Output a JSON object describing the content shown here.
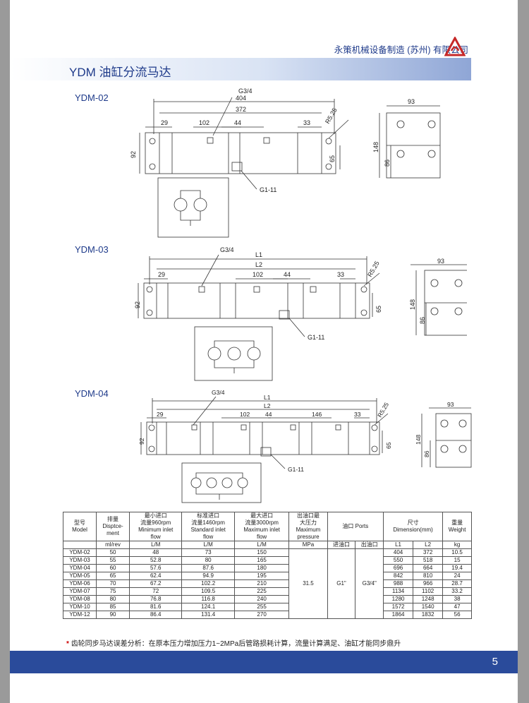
{
  "company": "永策机械设备制造 (苏州) 有限公司",
  "title": "YDM 油缸分流马达",
  "drawings": [
    {
      "model": "YDM-02",
      "port_in": "G3/4",
      "port_out": "G1-11",
      "dims": {
        "total": "404",
        "inner": "372",
        "a": "29",
        "b": "102",
        "c": "44",
        "d": "33",
        "radius": "R5.25",
        "height": "92",
        "h2": "65"
      },
      "side": {
        "w": "93",
        "h": "148",
        "h2": "86"
      }
    },
    {
      "model": "YDM-03",
      "port_in": "G3/4",
      "port_out": "G1-11",
      "dims": {
        "total": "L1",
        "inner": "L2",
        "a": "29",
        "b": "102",
        "c": "44",
        "d": "33",
        "radius": "R5.25",
        "height": "92",
        "h2": "65"
      },
      "side": {
        "w": "93",
        "h": "148",
        "h2": "86"
      }
    },
    {
      "model": "YDM-04",
      "port_in": "G3/4",
      "port_out": "G1-11",
      "dims": {
        "total": "L1",
        "inner": "L2",
        "a": "29",
        "b": "102",
        "c": "44",
        "e": "146",
        "d": "33",
        "radius": "R5.25",
        "height": "92",
        "h2": "65"
      },
      "side": {
        "w": "93",
        "h": "148",
        "h2": "86"
      }
    }
  ],
  "table": {
    "headers": {
      "model": [
        "型号",
        "Model"
      ],
      "disp": [
        "排量",
        "Disptce-",
        "ment"
      ],
      "min": [
        "最小进口",
        "流量960rpm",
        "Minimum inlet",
        "flow"
      ],
      "std": [
        "标准进口",
        "流量1460rpm",
        "Standard inlet",
        "flow"
      ],
      "max": [
        "最大进口",
        "流量3000rpm",
        "Maximum inlet",
        "flow"
      ],
      "pressure": [
        "出油口最",
        "大压力",
        "Maximum",
        "pressure"
      ],
      "ports": "油口 Ports",
      "dimension": [
        "尺寸",
        "Dimension(mm)"
      ],
      "weight": [
        "重量",
        "Weight"
      ]
    },
    "units": [
      "ml/rev",
      "L/M",
      "L/M",
      "L/M",
      "MPa",
      "进油口",
      "出油口",
      "L1",
      "L2",
      "kg"
    ],
    "pressure_value": "31.5",
    "inlet_value": "G1\"",
    "outlet_value": "G3/4\"",
    "rows": [
      {
        "model": "YDM-02",
        "disp": "50",
        "min": "48",
        "std": "73",
        "max": "150",
        "l1": "404",
        "l2": "372",
        "kg": "10.5"
      },
      {
        "model": "YDM-03",
        "disp": "55",
        "min": "52.8",
        "std": "80",
        "max": "165",
        "l1": "550",
        "l2": "518",
        "kg": "15"
      },
      {
        "model": "YDM-04",
        "disp": "60",
        "min": "57.6",
        "std": "87.6",
        "max": "180",
        "l1": "696",
        "l2": "664",
        "kg": "19.4"
      },
      {
        "model": "YDM-05",
        "disp": "65",
        "min": "62.4",
        "std": "94.9",
        "max": "195",
        "l1": "842",
        "l2": "810",
        "kg": "24"
      },
      {
        "model": "YDM-06",
        "disp": "70",
        "min": "67.2",
        "std": "102.2",
        "max": "210",
        "l1": "988",
        "l2": "966",
        "kg": "28.7"
      },
      {
        "model": "YDM-07",
        "disp": "75",
        "min": "72",
        "std": "109.5",
        "max": "225",
        "l1": "1134",
        "l2": "1102",
        "kg": "33.2"
      },
      {
        "model": "YDM-08",
        "disp": "80",
        "min": "76.8",
        "std": "116.8",
        "max": "240",
        "l1": "1280",
        "l2": "1248",
        "kg": "38"
      },
      {
        "model": "YDM-10",
        "disp": "85",
        "min": "81.6",
        "std": "124.1",
        "max": "255",
        "l1": "1572",
        "l2": "1540",
        "kg": "47"
      },
      {
        "model": "YDM-12",
        "disp": "90",
        "min": "86.4",
        "std": "131.4",
        "max": "270",
        "l1": "1864",
        "l2": "1832",
        "kg": "56"
      }
    ]
  },
  "note": {
    "star": "*",
    "text": "齿轮同步马达误差分析：在原本压力增加压力1~2MPa后管路损耗计算，流量计算满足、油缸才能同步鼎升"
  },
  "page_number": "5",
  "colors": {
    "brand": "#1e3a8a",
    "footer": "#2a4b9b",
    "logo": "#c62828"
  }
}
